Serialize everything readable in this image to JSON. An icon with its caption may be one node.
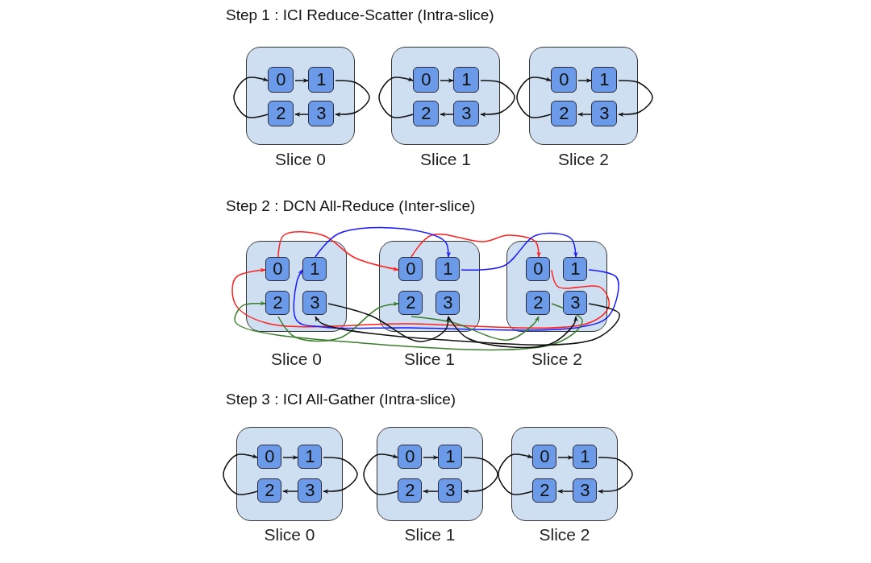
{
  "diagram": {
    "nodes": [
      {
        "text": [],
        "shape": "box",
        "beside": [
          "Slice 0"
        ]
      },
      {
        "text": [
          "0"
        ],
        "in": 0
      },
      {
        "text": [
          "1"
        ],
        "in": 0
      },
      {
        "text": [
          "2"
        ],
        "in": 0
      },
      {
        "text": [
          "3"
        ],
        "in": 0
      },
      {
        "text": [],
        "shape": "box",
        "beside": [
          "Slice 1"
        ]
      },
      {
        "text": [
          "0"
        ],
        "in": 5
      },
      {
        "text": [
          "1"
        ],
        "in": 5
      },
      {
        "text": [
          "2"
        ],
        "in": 5
      },
      {
        "text": [
          "3"
        ],
        "in": 5
      },
      {
        "text": [],
        "shape": "box",
        "beside": [
          "Slice 2"
        ]
      },
      {
        "text": [
          "0"
        ],
        "in": 10
      },
      {
        "text": [
          "1"
        ],
        "in": 10
      },
      {
        "text": [
          "2"
        ],
        "in": 10
      },
      {
        "text": [
          "3"
        ],
        "in": 10
      },
      {
        "text": [],
        "shape": "box",
        "beside": [
          "Slice 0"
        ]
      },
      {
        "text": [
          "0"
        ],
        "in": 15
      },
      {
        "text": [
          "1"
        ],
        "in": 15
      },
      {
        "text": [
          "2"
        ],
        "in": 15
      },
      {
        "text": [
          "3"
        ],
        "in": 15
      },
      {
        "text": [],
        "shape": "box",
        "beside": [
          "Slice 1"
        ]
      },
      {
        "text": [
          "0"
        ],
        "in": 20
      },
      {
        "text": [
          "1"
        ],
        "in": 20
      },
      {
        "text": [
          "2"
        ],
        "in": 20
      },
      {
        "text": [
          "3"
        ],
        "in": 20
      },
      {
        "text": [],
        "shape": "box",
        "beside": [
          "Slice 2"
        ]
      },
      {
        "text": [
          "0"
        ],
        "in": 25
      },
      {
        "text": [
          "1"
        ],
        "in": 25
      },
      {
        "text": [
          "2"
        ],
        "in": 25
      },
      {
        "text": [
          "3"
        ],
        "in": 25
      },
      {
        "text": [],
        "shape": "box",
        "beside": [
          "Slice 0"
        ]
      },
      {
        "text": [
          "0"
        ],
        "in": 30
      },
      {
        "text": [
          "1"
        ],
        "in": 30
      },
      {
        "text": [
          "2"
        ],
        "in": 30
      },
      {
        "text": [
          "3"
        ],
        "in": 30
      },
      {
        "text": [],
        "shape": "box",
        "beside": [
          "Slice 1"
        ]
      },
      {
        "text": [
          "0"
        ],
        "in": 35
      },
      {
        "text": [
          "1"
        ],
        "in": 35
      },
      {
        "text": [
          "2"
        ],
        "in": 35
      },
      {
        "text": [
          "3"
        ],
        "in": 35
      },
      {
        "text": [],
        "shape": "box",
        "beside": [
          "Slice 2"
        ]
      },
      {
        "text": [
          "0"
        ],
        "in": 40
      },
      {
        "text": [
          "1"
        ],
        "in": 40
      },
      {
        "text": [
          "2"
        ],
        "in": 40
      },
      {
        "text": [
          "3"
        ],
        "in": 40
      }
    ],
    "edges": [
      {
        "from": 1,
        "to": 2,
        "arrow": "to"
      },
      {
        "from": 2,
        "to": 4,
        "arrow": "to"
      },
      {
        "from": 4,
        "to": 3,
        "arrow": "to"
      },
      {
        "from": 3,
        "to": 1,
        "arrow": "to"
      },
      {
        "from": 6,
        "to": 7,
        "arrow": "to"
      },
      {
        "from": 7,
        "to": 9,
        "arrow": "to"
      },
      {
        "from": 9,
        "to": 8,
        "arrow": "to"
      },
      {
        "from": 8,
        "to": 6,
        "arrow": "to"
      },
      {
        "from": 11,
        "to": 12,
        "arrow": "to"
      },
      {
        "from": 12,
        "to": 14,
        "arrow": "to"
      },
      {
        "from": 14,
        "to": 13,
        "arrow": "to"
      },
      {
        "from": 13,
        "to": 11,
        "arrow": "to"
      },
      {
        "from": 16,
        "to": 21,
        "arrow": "to",
        "color": "#ff2020"
      },
      {
        "from": 21,
        "to": 26,
        "arrow": "to",
        "color": "#ff2020"
      },
      {
        "from": 26,
        "to": 16,
        "arrow": "to",
        "color": "#ff2020"
      },
      {
        "from": 17,
        "to": 22,
        "arrow": "to",
        "color": "#1a1aff"
      },
      {
        "from": 22,
        "to": 27,
        "arrow": "to",
        "color": "#1a1aff"
      },
      {
        "from": 27,
        "to": 17,
        "arrow": "to",
        "color": "#1a1aff"
      },
      {
        "from": 18,
        "to": 23,
        "arrow": "to",
        "color": "#3a7d2c"
      },
      {
        "from": 23,
        "to": 28,
        "arrow": "to",
        "color": "#3a7d2c"
      },
      {
        "from": 28,
        "to": 18,
        "arrow": "to",
        "color": "#3a7d2c"
      },
      {
        "from": 19,
        "to": 24,
        "arrow": "to"
      },
      {
        "from": 24,
        "to": 29,
        "arrow": "to"
      },
      {
        "from": 29,
        "to": 19,
        "arrow": "to"
      },
      {
        "from": 31,
        "to": 32,
        "arrow": "to"
      },
      {
        "from": 32,
        "to": 34,
        "arrow": "to"
      },
      {
        "from": 34,
        "to": 33,
        "arrow": "to"
      },
      {
        "from": 33,
        "to": 31,
        "arrow": "to"
      },
      {
        "from": 36,
        "to": 37,
        "arrow": "to"
      },
      {
        "from": 37,
        "to": 39,
        "arrow": "to"
      },
      {
        "from": 39,
        "to": 38,
        "arrow": "to"
      },
      {
        "from": 38,
        "to": 36,
        "arrow": "to"
      },
      {
        "from": 41,
        "to": 42,
        "arrow": "to"
      },
      {
        "from": 42,
        "to": 44,
        "arrow": "to"
      },
      {
        "from": 44,
        "to": 43,
        "arrow": "to"
      },
      {
        "from": 43,
        "to": 41,
        "arrow": "to"
      }
    ],
    "labels": [
      "Step 1 : ICI Reduce-Scatter (Intra-slice)",
      "Step 2 : DCN All-Reduce (Inter-slice)",
      "Step 3 : ICI All-Gather (Intra-slice)"
    ]
  }
}
